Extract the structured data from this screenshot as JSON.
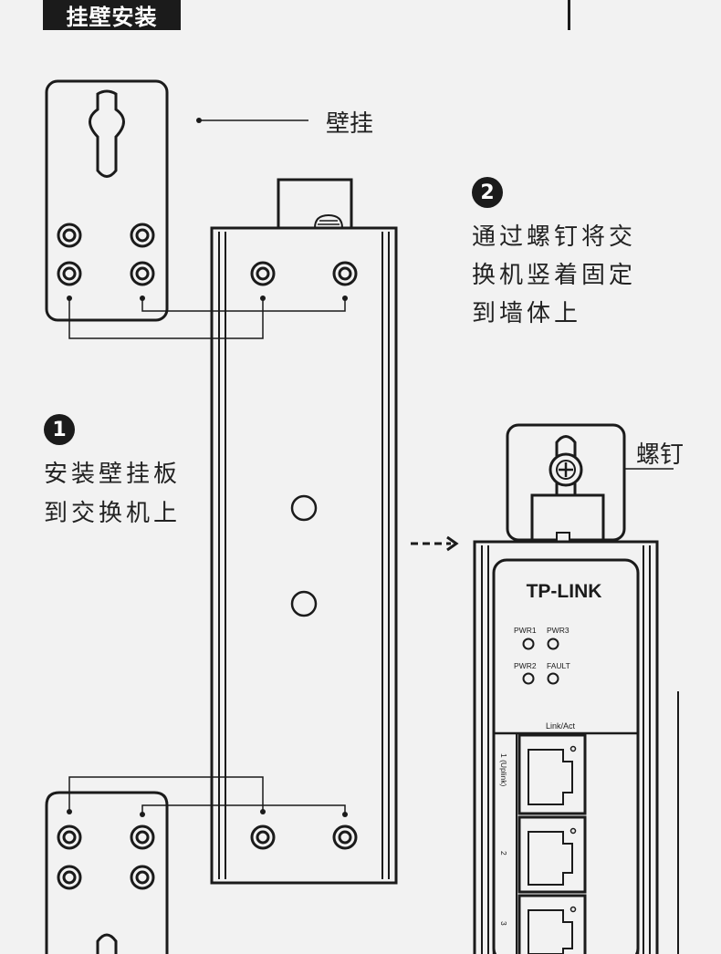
{
  "header": {
    "title": "挂壁安装"
  },
  "labels": {
    "wall_mount": "壁挂",
    "screw": "螺钉"
  },
  "step1": {
    "number": "1",
    "line1": "安装壁挂板",
    "line2": "到交换机上"
  },
  "step2": {
    "number": "2",
    "line1": "通过螺钉将交",
    "line2": "换机竖着固定",
    "line3": "到墙体上"
  },
  "device": {
    "brand": "TP-LINK",
    "leds": [
      "PWR1",
      "PWR3",
      "PWR2",
      "FAULT"
    ],
    "port_header": "Link/Act",
    "ports": [
      "1 (Uplink)",
      "2",
      "3"
    ]
  }
}
